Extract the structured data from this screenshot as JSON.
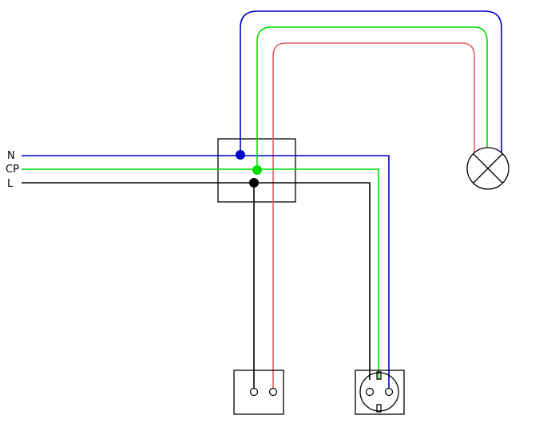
{
  "labels": {
    "neutral": "N",
    "protective": "CP",
    "line": "L"
  },
  "colors": {
    "neutral": "#0000cc",
    "protective": "#00dd00",
    "line": "#000000",
    "switched": "#e06060",
    "outline": "#000000",
    "background": "#ffffff"
  },
  "components": {
    "junction_box": "junction-box",
    "lamp": "lamp-symbol",
    "socket_simple": "two-pin-socket",
    "socket_grounded": "grounded-socket"
  }
}
